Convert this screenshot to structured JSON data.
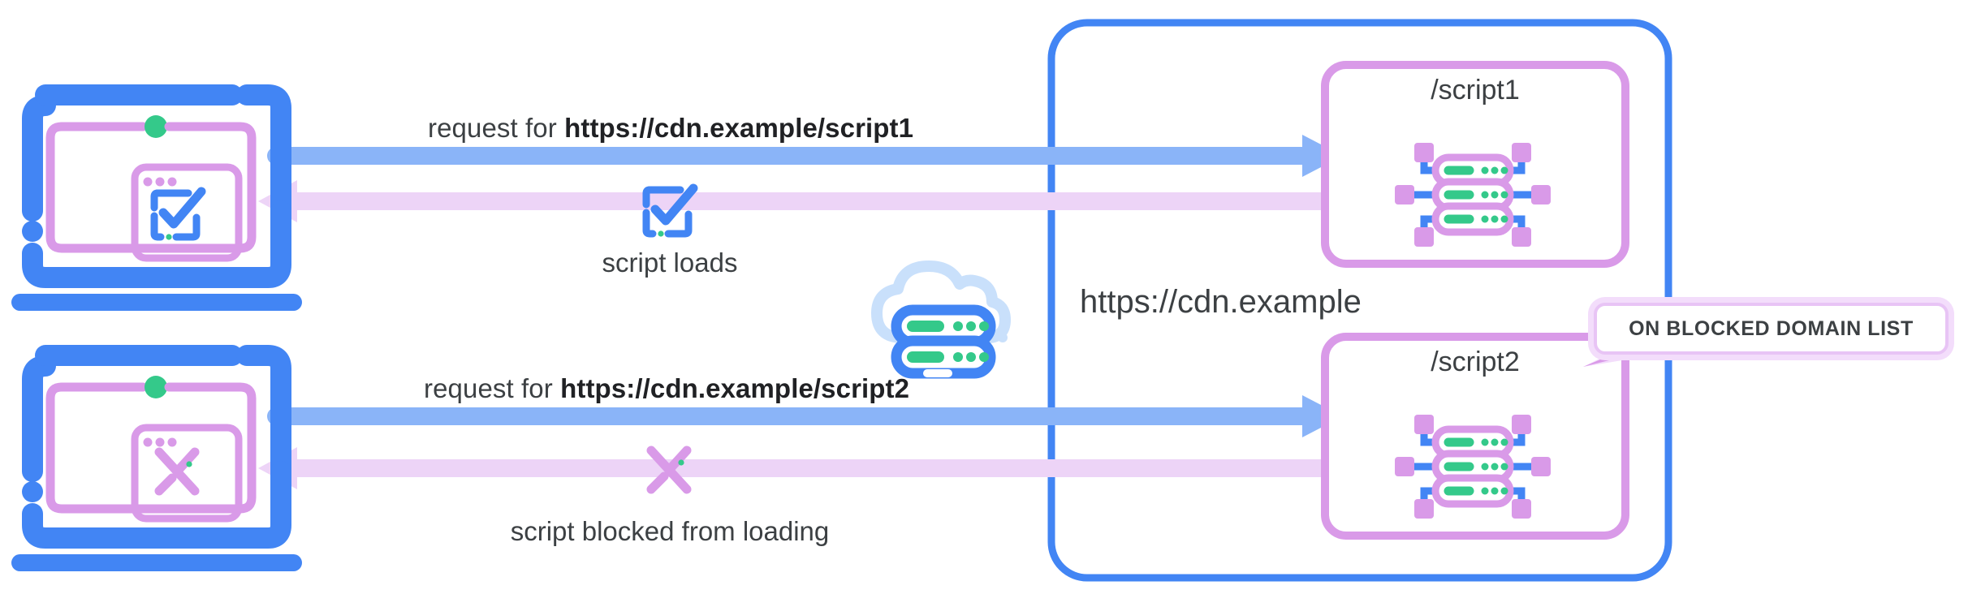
{
  "diagram": {
    "title_label": "https://cdn.example",
    "colors": {
      "blue": "#4285f4",
      "blue_light": "#8ab4f8",
      "purple": "#d99ae8",
      "purple_light": "#edd4f7",
      "green": "#34c98a",
      "text": "#3c4043",
      "white": "#ffffff"
    },
    "rows": [
      {
        "id": "script1",
        "request_prefix": "request for ",
        "request_url": "https://cdn.example/script1",
        "caption": "script loads",
        "client_state_icon": "checkmark-document-icon",
        "result_icon": "checkmark-document-icon",
        "server_label": "/script1",
        "server_icon": "server-rack-icon",
        "blocked": false
      },
      {
        "id": "script2",
        "request_prefix": "request for ",
        "request_url": "https://cdn.example/script2",
        "caption": "script blocked from loading",
        "client_state_icon": "cross-x-icon",
        "result_icon": "cross-x-icon",
        "server_label": "/script2",
        "server_icon": "server-rack-icon",
        "blocked": true
      }
    ],
    "cloud": {
      "icon": "cloud-server-icon",
      "label": "https://cdn.example"
    },
    "callout": {
      "text": "ON BLOCKED DOMAIN LIST",
      "target": "/script2"
    },
    "clients": [
      {
        "icon": "laptop-icon",
        "window_icon": "checkmark-document-icon"
      },
      {
        "icon": "laptop-icon",
        "window_icon": "cross-x-icon"
      }
    ]
  }
}
